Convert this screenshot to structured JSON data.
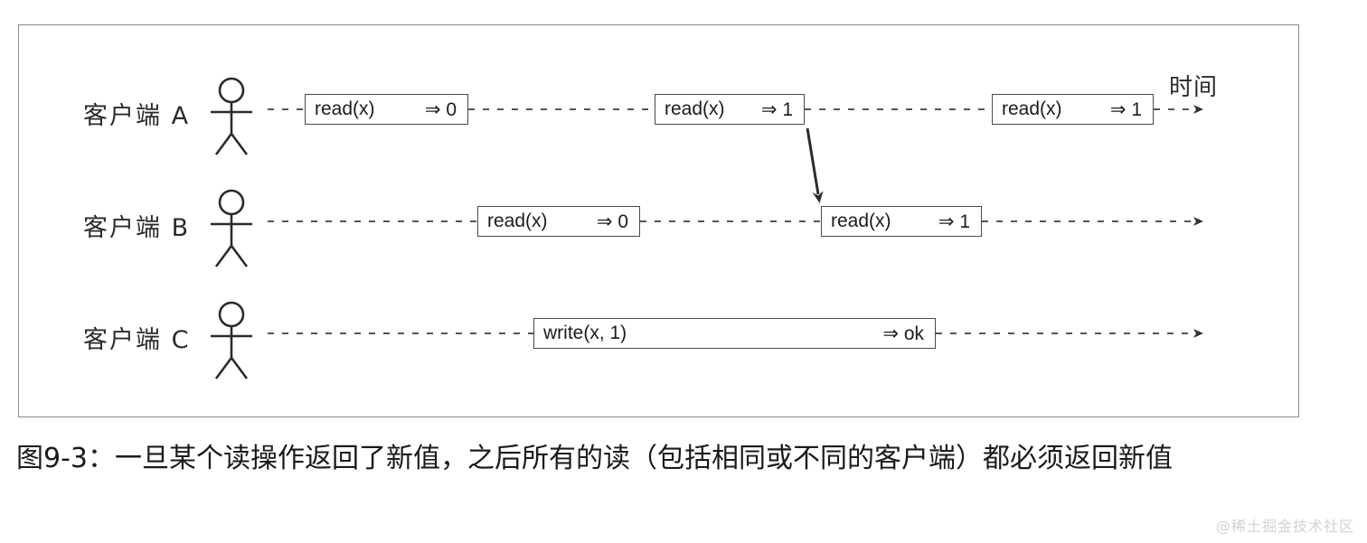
{
  "figure": {
    "caption": "图9-3：一旦某个读操作返回了新值，之后所有的读（包括相同或不同的客户端）都必须返回新值",
    "time_axis_label": "时间",
    "watermark": "@稀土掘金技术社区",
    "colors": {
      "frame_border": "#8a8a8a",
      "box_border": "#4a4a4a",
      "timeline": "#555555",
      "text": "#1c1c1c",
      "caption_text": "#1a1a1a",
      "watermark_text": "#d2d2d2",
      "background": "#ffffff"
    },
    "rows": [
      {
        "label": "客户端 A",
        "actor_icon": "stick-figure-icon",
        "operations": [
          {
            "name": "read(x)",
            "result": "⇒ 0"
          },
          {
            "name": "read(x)",
            "result": "⇒ 1"
          },
          {
            "name": "read(x)",
            "result": "⇒ 1"
          }
        ]
      },
      {
        "label": "客户端 B",
        "actor_icon": "stick-figure-icon",
        "operations": [
          {
            "name": "read(x)",
            "result": "⇒ 0"
          },
          {
            "name": "read(x)",
            "result": "⇒ 1"
          }
        ]
      },
      {
        "label": "客户端 C",
        "actor_icon": "stick-figure-icon",
        "operations": [
          {
            "name": "write(x, 1)",
            "result": "⇒ ok"
          }
        ]
      }
    ],
    "causal_arrow": {
      "from_row": "客户端 A",
      "from_operation_index": 1,
      "to_row": "客户端 B",
      "to_operation_index": 1
    }
  }
}
